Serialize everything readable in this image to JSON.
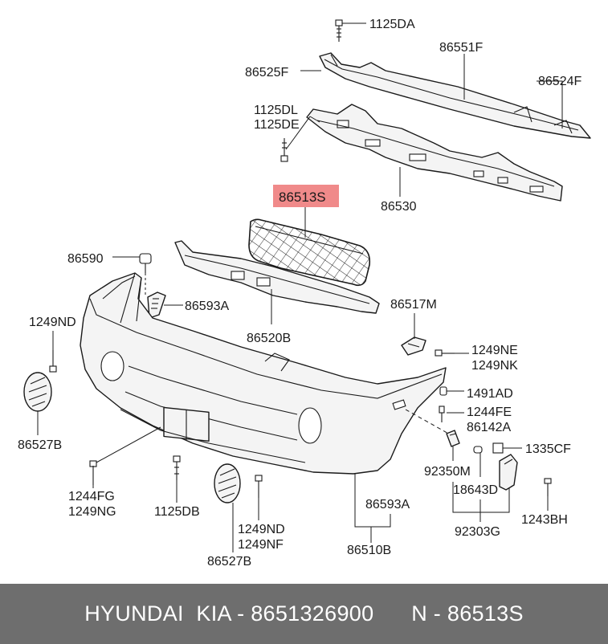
{
  "diagram": {
    "highlight_color": "#f08a8a",
    "labels": {
      "p1125DA": "1125DA",
      "p86551F": "86551F",
      "p86525F": "86525F",
      "p86524F": "86524F",
      "p1125DL": "1125DL",
      "p1125DE": "1125DE",
      "p86530": "86530",
      "p86513S": "86513S",
      "p86590": "86590",
      "p86593A_top": "86593A",
      "p86520B": "86520B",
      "p86517M": "86517M",
      "p1249ND_left": "1249ND",
      "p1249NE": "1249NE",
      "p1249NK": "1249NK",
      "p1491AD": "1491AD",
      "p1244FE": "1244FE",
      "p86142A": "86142A",
      "p86527B_left": "86527B",
      "p1335CF": "1335CF",
      "p92350M": "92350M",
      "p18643D": "18643D",
      "p1244FG": "1244FG",
      "p1249NG": "1249NG",
      "p1125DB": "1125DB",
      "p1249ND_bottom": "1249ND",
      "p1249NF": "1249NF",
      "p86593A_bottom": "86593A",
      "p92303G": "92303G",
      "p1243BH": "1243BH",
      "p86527B_bottom": "86527B",
      "p86510B": "86510B"
    }
  },
  "footer": {
    "brand": "HYUNDAI  KIA - 8651326900",
    "part": "N - 86513S"
  }
}
